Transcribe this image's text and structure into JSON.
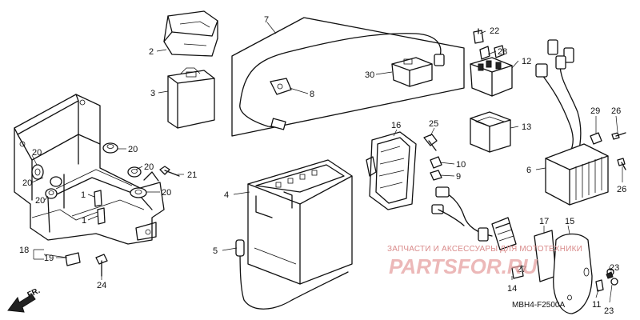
{
  "diagram": {
    "drawing_code": "MBH4-F2500A",
    "direction_label": "FR.",
    "callouts": [
      {
        "id": "c1a",
        "label": "1"
      },
      {
        "id": "c1b",
        "label": "1"
      },
      {
        "id": "c2",
        "label": "2"
      },
      {
        "id": "c3",
        "label": "3"
      },
      {
        "id": "c4",
        "label": "4"
      },
      {
        "id": "c5",
        "label": "5"
      },
      {
        "id": "c6",
        "label": "6"
      },
      {
        "id": "c7",
        "label": "7"
      },
      {
        "id": "c8",
        "label": "8"
      },
      {
        "id": "c9",
        "label": "9"
      },
      {
        "id": "c10",
        "label": "10"
      },
      {
        "id": "c11",
        "label": "11"
      },
      {
        "id": "c12",
        "label": "12"
      },
      {
        "id": "c13",
        "label": "13"
      },
      {
        "id": "c14",
        "label": "14"
      },
      {
        "id": "c15",
        "label": "15"
      },
      {
        "id": "c16",
        "label": "16"
      },
      {
        "id": "c17",
        "label": "17"
      },
      {
        "id": "c18",
        "label": "18"
      },
      {
        "id": "c19",
        "label": "19"
      },
      {
        "id": "c20a",
        "label": "20"
      },
      {
        "id": "c20b",
        "label": "20"
      },
      {
        "id": "c20c",
        "label": "20"
      },
      {
        "id": "c20d",
        "label": "20"
      },
      {
        "id": "c20e",
        "label": "20"
      },
      {
        "id": "c20f",
        "label": "20"
      },
      {
        "id": "c21",
        "label": "21"
      },
      {
        "id": "c22",
        "label": "22"
      },
      {
        "id": "c23a",
        "label": "23"
      },
      {
        "id": "c23b",
        "label": "23"
      },
      {
        "id": "c24",
        "label": "24"
      },
      {
        "id": "c25",
        "label": "25"
      },
      {
        "id": "c26a",
        "label": "26"
      },
      {
        "id": "c26b",
        "label": "26"
      },
      {
        "id": "c27",
        "label": "27"
      },
      {
        "id": "c28",
        "label": "28"
      },
      {
        "id": "c29",
        "label": "29"
      },
      {
        "id": "c30",
        "label": "30"
      }
    ]
  },
  "watermark": {
    "tagline": "ЗАПЧАСТИ И АКСЕССУАРЫ ДЛЯ МОТОТЕХНИКИ",
    "logo": "PARTSFOR.RU"
  }
}
